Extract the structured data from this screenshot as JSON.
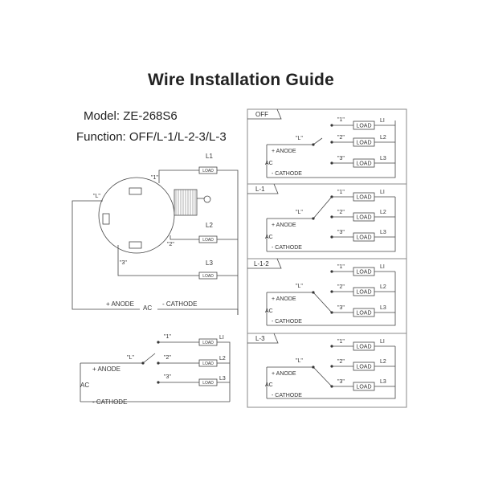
{
  "title": "Wire Installation Guide",
  "model": "Model: ZE-268S6",
  "function": "Function: OFF/L-1/L-2-3/L-3",
  "labels": {
    "l": "\"L\"",
    "p1": "\"1\"",
    "p2": "\"2\"",
    "p3": "\"3\"",
    "load": "LOAD",
    "l1": "L1",
    "l1_alt": "LI",
    "l2": "L2",
    "l3": "L3",
    "anode": "+ ANODE",
    "cathode": "- CATHODE",
    "ac": "AC"
  },
  "panels": [
    {
      "title": "OFF"
    },
    {
      "title": "L-1"
    },
    {
      "title": "L-1-2"
    },
    {
      "title": "L-3"
    }
  ]
}
